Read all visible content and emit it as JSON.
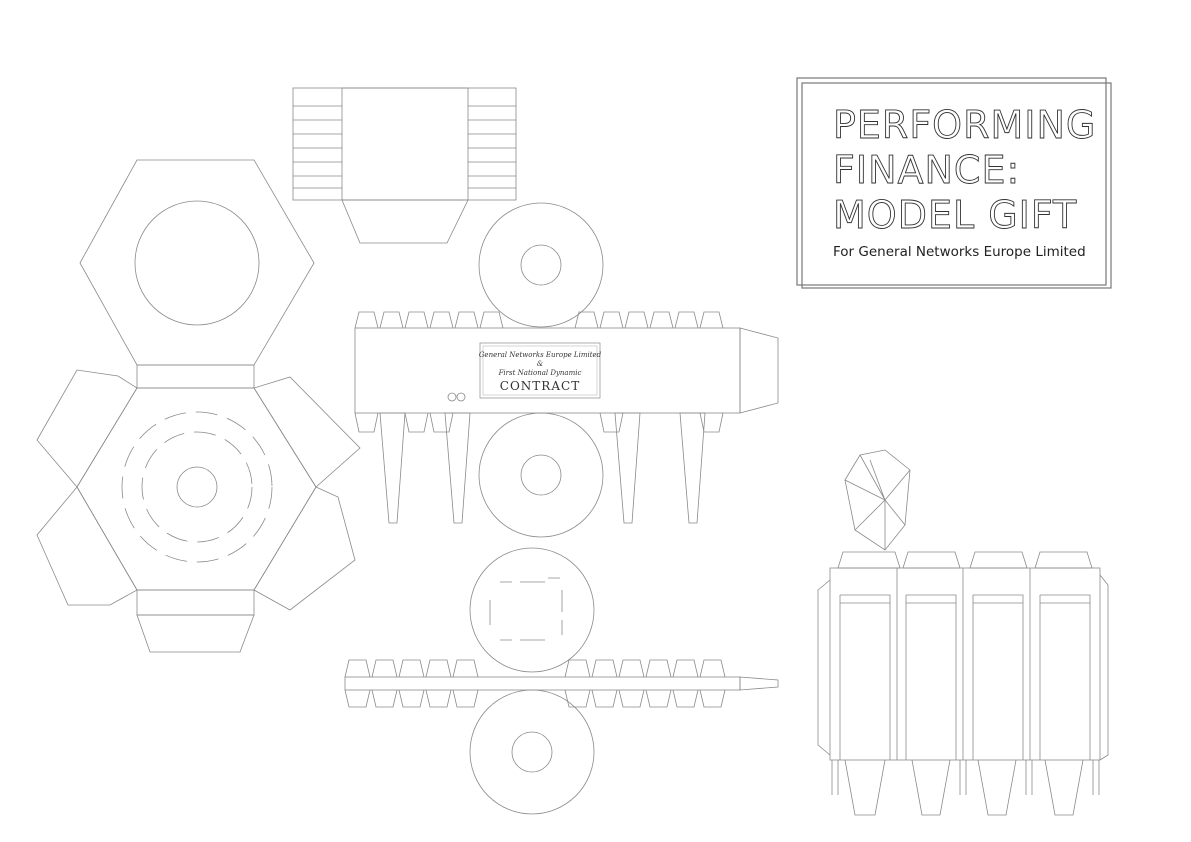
{
  "title_card": {
    "title_lines": [
      "PERFORMING",
      "FINANCE:",
      "MODEL GIFT"
    ],
    "subtitle": "For General Networks Europe Limited"
  },
  "plaque": {
    "line1": "General Networks Europe Limited",
    "line2": "&",
    "line3": "First National Dynamic",
    "line4": "CONTRACT"
  }
}
